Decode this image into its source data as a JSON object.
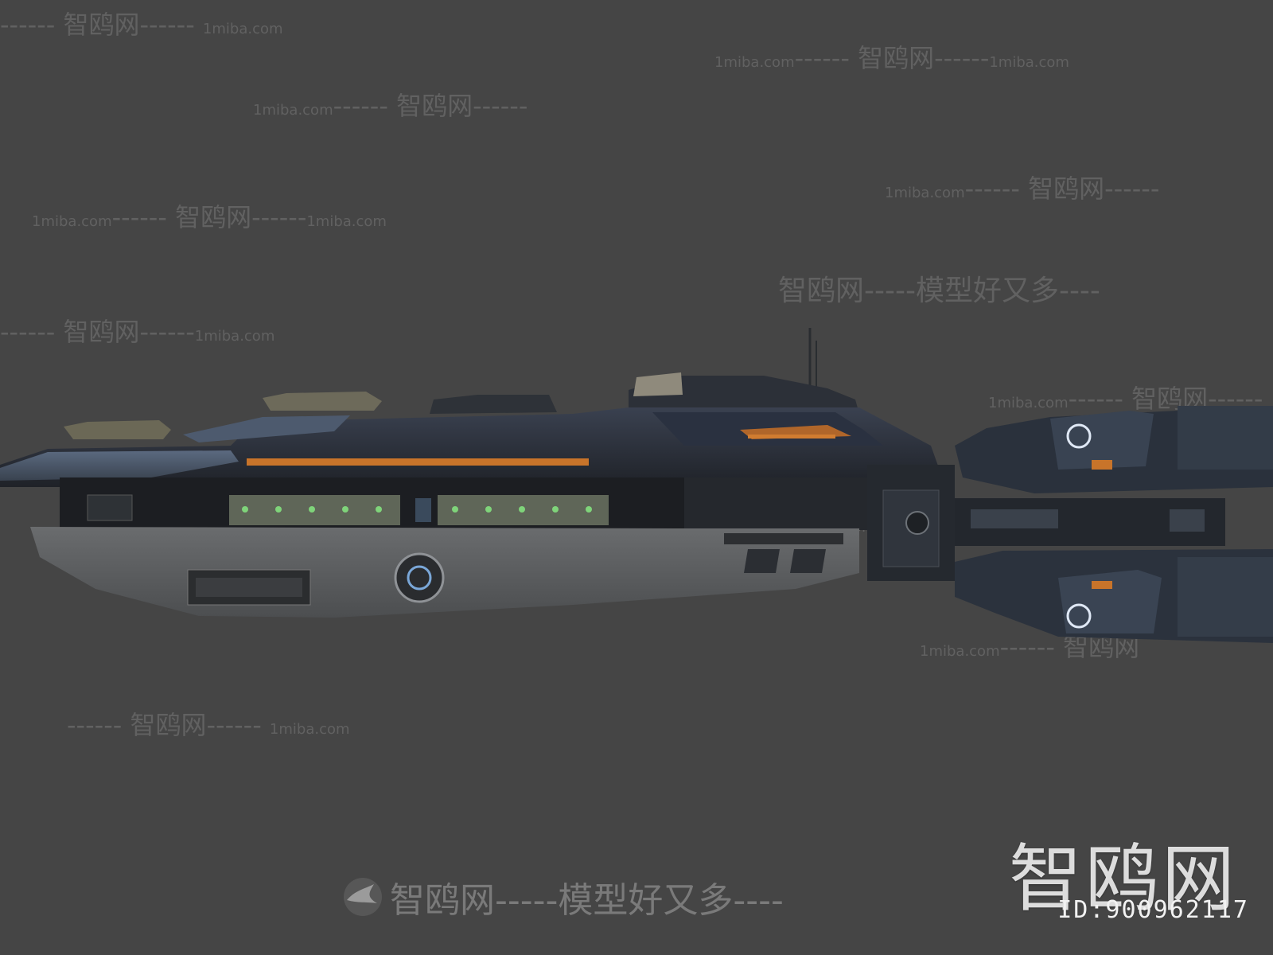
{
  "watermarks": {
    "brand": "智鸥网",
    "url": "1miba.com",
    "dashes": "------",
    "slogan_line": "智鸥网-----模型好又多----"
  },
  "logo": {
    "brand": "智鸥网",
    "id_label": "ID:900962117"
  },
  "colors": {
    "background": "#454545",
    "hull_dark": "#23272d",
    "hull_grey": "#5d5f61",
    "accent_orange": "#c8742a",
    "accent_blue": "#7aa7d8"
  }
}
